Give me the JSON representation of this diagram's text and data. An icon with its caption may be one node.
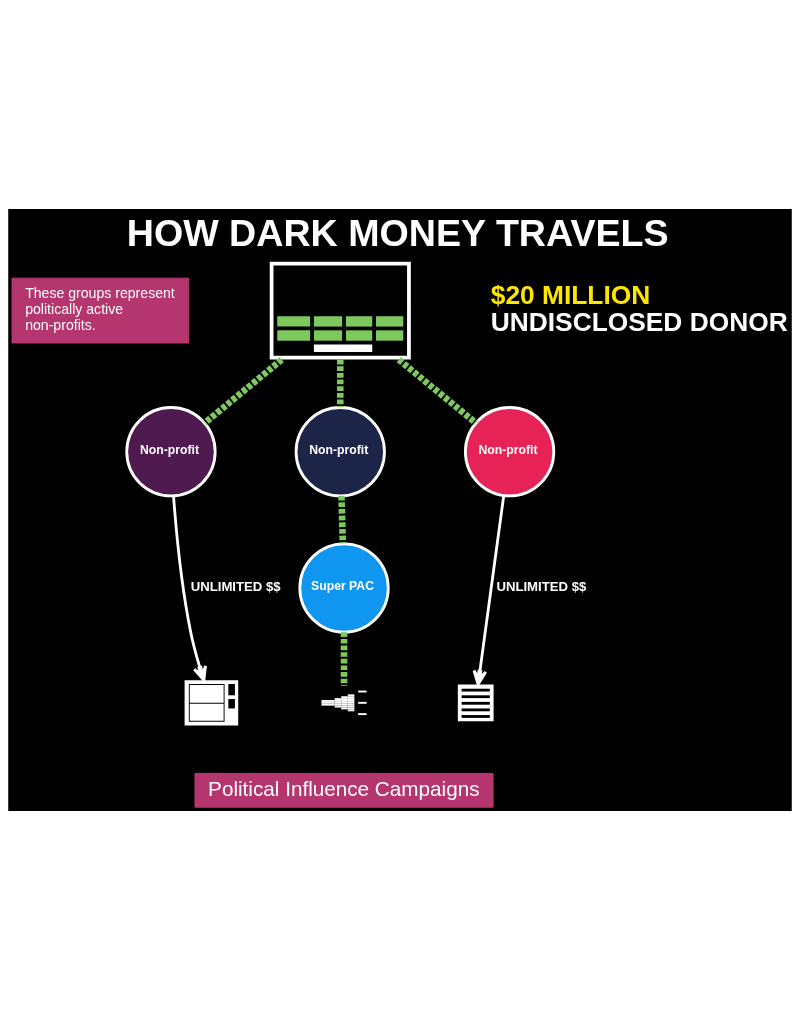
{
  "diagram": {
    "title": "HOW DARK MONEY TRAVELS",
    "nodes": [
      {
        "text": [
          "These groups represent politically active non-profits."
        ]
      },
      {
        "text": [],
        "shape": "picture",
        "beside": [
          "$20 MILLION",
          "UNDISCLOSED DONOR"
        ]
      },
      {
        "text": [
          "Non-profit"
        ]
      },
      {
        "text": [
          "Non-profit"
        ]
      },
      {
        "text": [
          "Non-profit"
        ]
      },
      {
        "text": [
          "Super PAC"
        ]
      },
      {
        "text": [],
        "shape": "picture"
      },
      {
        "text": [],
        "shape": "picture"
      },
      {
        "text": [],
        "shape": "picture"
      },
      {
        "text": [
          "Political Influence Campaigns"
        ]
      }
    ],
    "edges": [
      {
        "from": 1,
        "to": 2,
        "arrow": "none",
        "style": "dashed"
      },
      {
        "from": 1,
        "to": 3,
        "arrow": "none",
        "style": "dashed"
      },
      {
        "from": 1,
        "to": 4,
        "arrow": "none",
        "style": "dashed"
      },
      {
        "from": 3,
        "to": 5,
        "arrow": "none",
        "style": "dashed"
      },
      {
        "from": 2,
        "to": 6,
        "arrow": "to",
        "label": "UNLIMITED $$",
        "color": "#ffffff"
      },
      {
        "from": 4,
        "to": 8,
        "arrow": "to",
        "label": "UNLIMITED $$",
        "color": "#ffffff"
      },
      {
        "from": 5,
        "to": 7,
        "arrow": "none",
        "style": "dashed"
      }
    ]
  }
}
